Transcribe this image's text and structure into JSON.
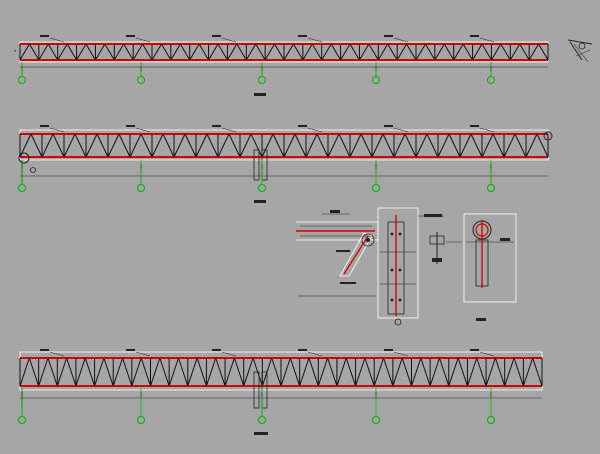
{
  "drawing": {
    "background": "#a6a6a6",
    "colors": {
      "chord_red": "#d40000",
      "web_black": "#111111",
      "outline_white": "#ffffff",
      "axis_green": "#00b400",
      "dimension_line": "#222222"
    },
    "trusses": [
      {
        "id": "truss-elevation-1",
        "panels": 28,
        "axis_marks": [
          "",
          "",
          "",
          "",
          ""
        ],
        "caption": ""
      },
      {
        "id": "truss-elevation-2",
        "panels": 24,
        "axis_marks": [
          "",
          "",
          "",
          "",
          ""
        ],
        "caption": ""
      },
      {
        "id": "truss-elevation-3",
        "panels": 28,
        "axis_marks": [
          "",
          "",
          "",
          "",
          ""
        ],
        "caption": ""
      }
    ],
    "details": [
      {
        "id": "node-detail-pipe-joint",
        "caption": ""
      },
      {
        "id": "section-detail-column",
        "caption": ""
      },
      {
        "id": "section-detail-bolt-plate",
        "caption": ""
      }
    ]
  }
}
